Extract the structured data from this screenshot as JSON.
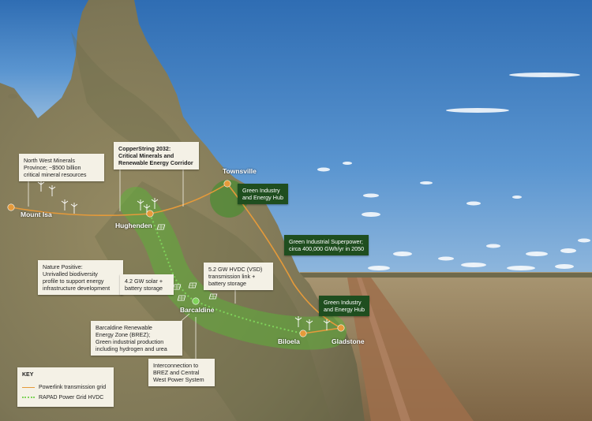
{
  "cities": {
    "mount_isa": "Mount Isa",
    "hughenden": "Hughenden",
    "townsville": "Townsville",
    "barcaldine": "Barcaldine",
    "biloela": "Biloela",
    "gladstone": "Gladstone"
  },
  "callouts": {
    "nw_minerals": "North West Minerals\nProvince; ~$500 billion\ncritical mineral resources",
    "copperstring": "CopperString 2032:\nCritical Minerals and\nRenewable Energy Corridor",
    "nature_positive": "Nature Positive:\nUnrivalled biodiversity\nprofile to support energy\ninfrastructure development",
    "solar": "4.2 GW solar +\nbattery storage",
    "hvdc": "5.2 GW HVDC (VSD)\ntransmission link +\nbattery storage",
    "brez": "Barcaldine Renewable\nEnergy Zone (BREZ);\nGreen industrial production\nincluding hydrogen and urea",
    "interconnection": "Interconnection to\nBREZ and Central\nWest Power System"
  },
  "hubs": {
    "townsville_hub": "Green Industry\nand Energy Hub",
    "superpower": "Green Industrial Superpower;\ncirca 400,000 GWh/yr in 2050",
    "gladstone_hub": "Green Industry\nand Energy Hub"
  },
  "key": {
    "title": "KEY",
    "powerlink": "Powerlink transmission grid",
    "rapad": "RAPAD Power Grid HVDC"
  },
  "colors": {
    "sky": "#3f7fc4",
    "land": "#8c8564",
    "corridor": "#5fae3a",
    "powerlink": "#e59a3a",
    "hvdc": "#7fd35a",
    "hub": "#1f4e1f",
    "field": "#8f7a55"
  }
}
